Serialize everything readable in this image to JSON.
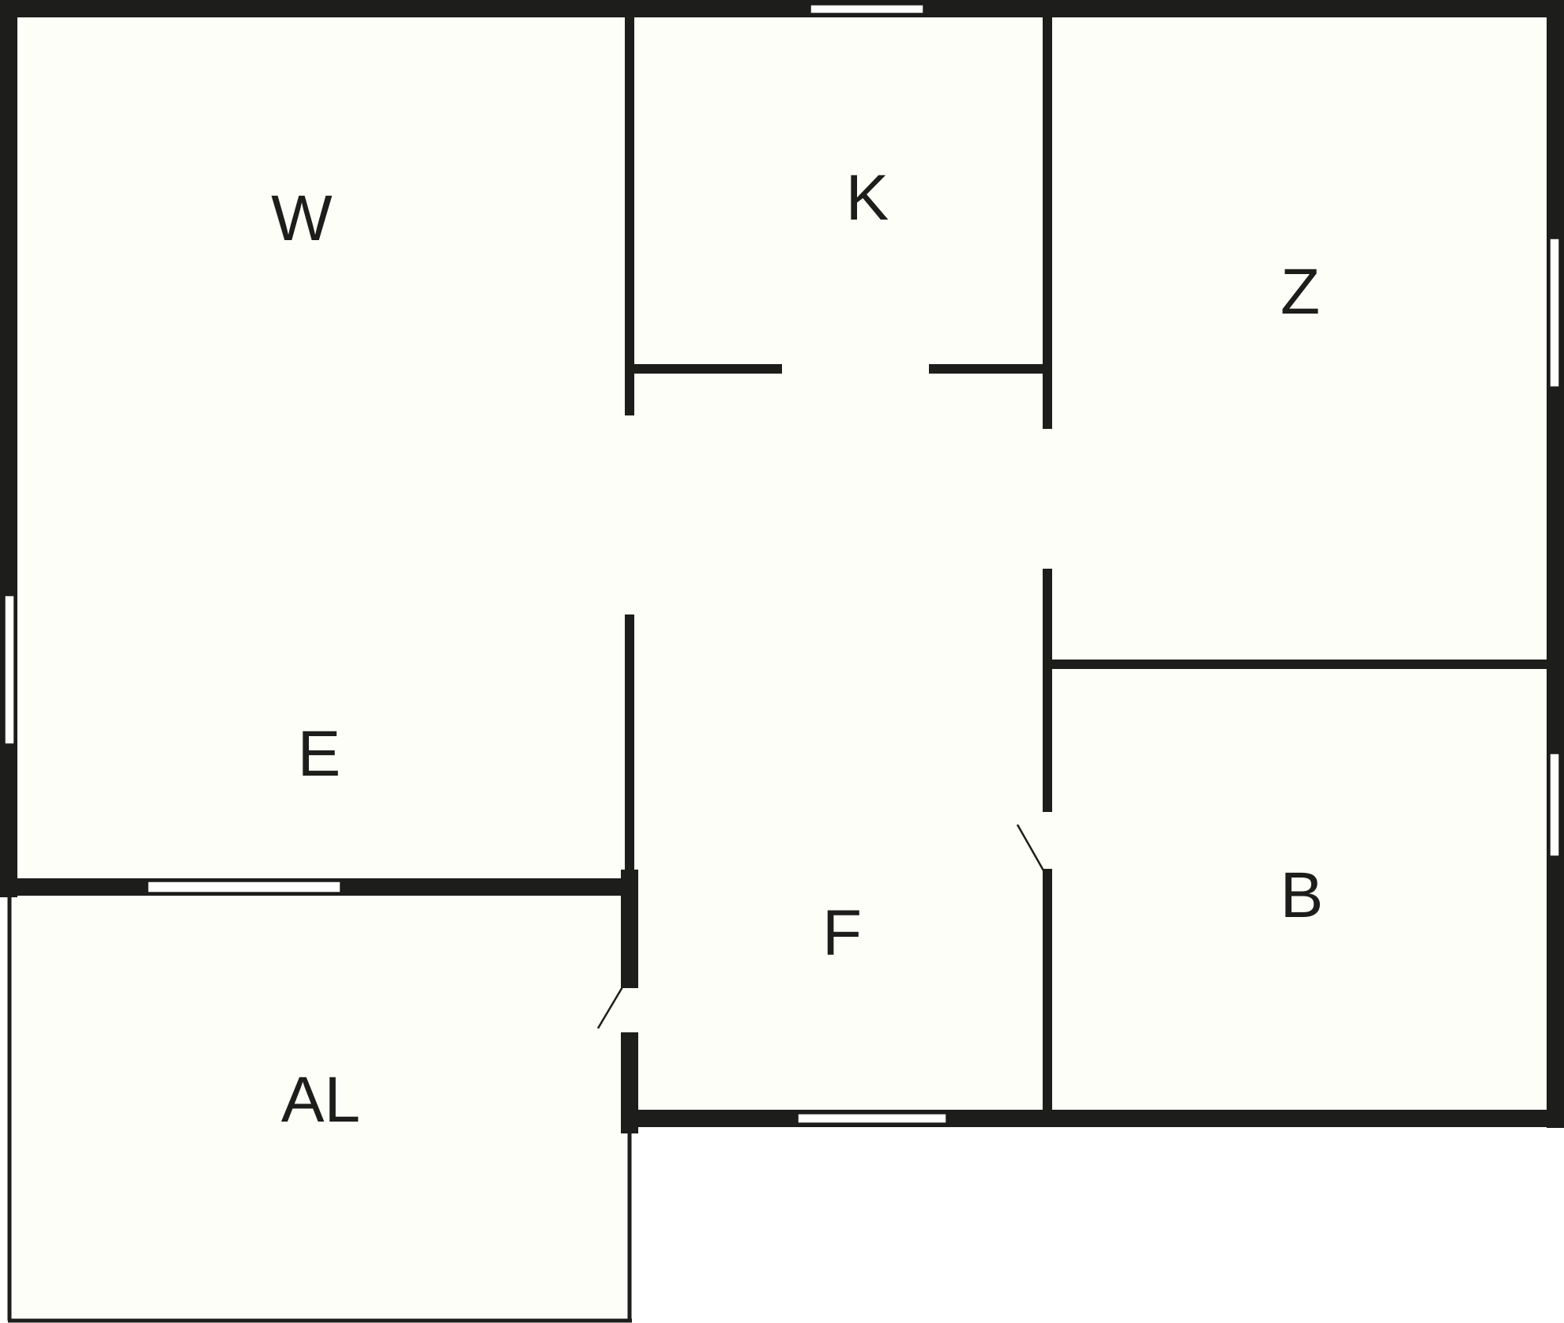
{
  "floor_plan": {
    "colors": {
      "wall": "#1d1d1b",
      "floor": "#fefef8",
      "window": "#ffffff",
      "background": "#ffffff"
    },
    "rooms": [
      {
        "id": "w",
        "label": "W"
      },
      {
        "id": "k",
        "label": "K"
      },
      {
        "id": "z",
        "label": "Z"
      },
      {
        "id": "e",
        "label": "E"
      },
      {
        "id": "f",
        "label": "F"
      },
      {
        "id": "b",
        "label": "B"
      },
      {
        "id": "al",
        "label": "AL"
      }
    ]
  }
}
